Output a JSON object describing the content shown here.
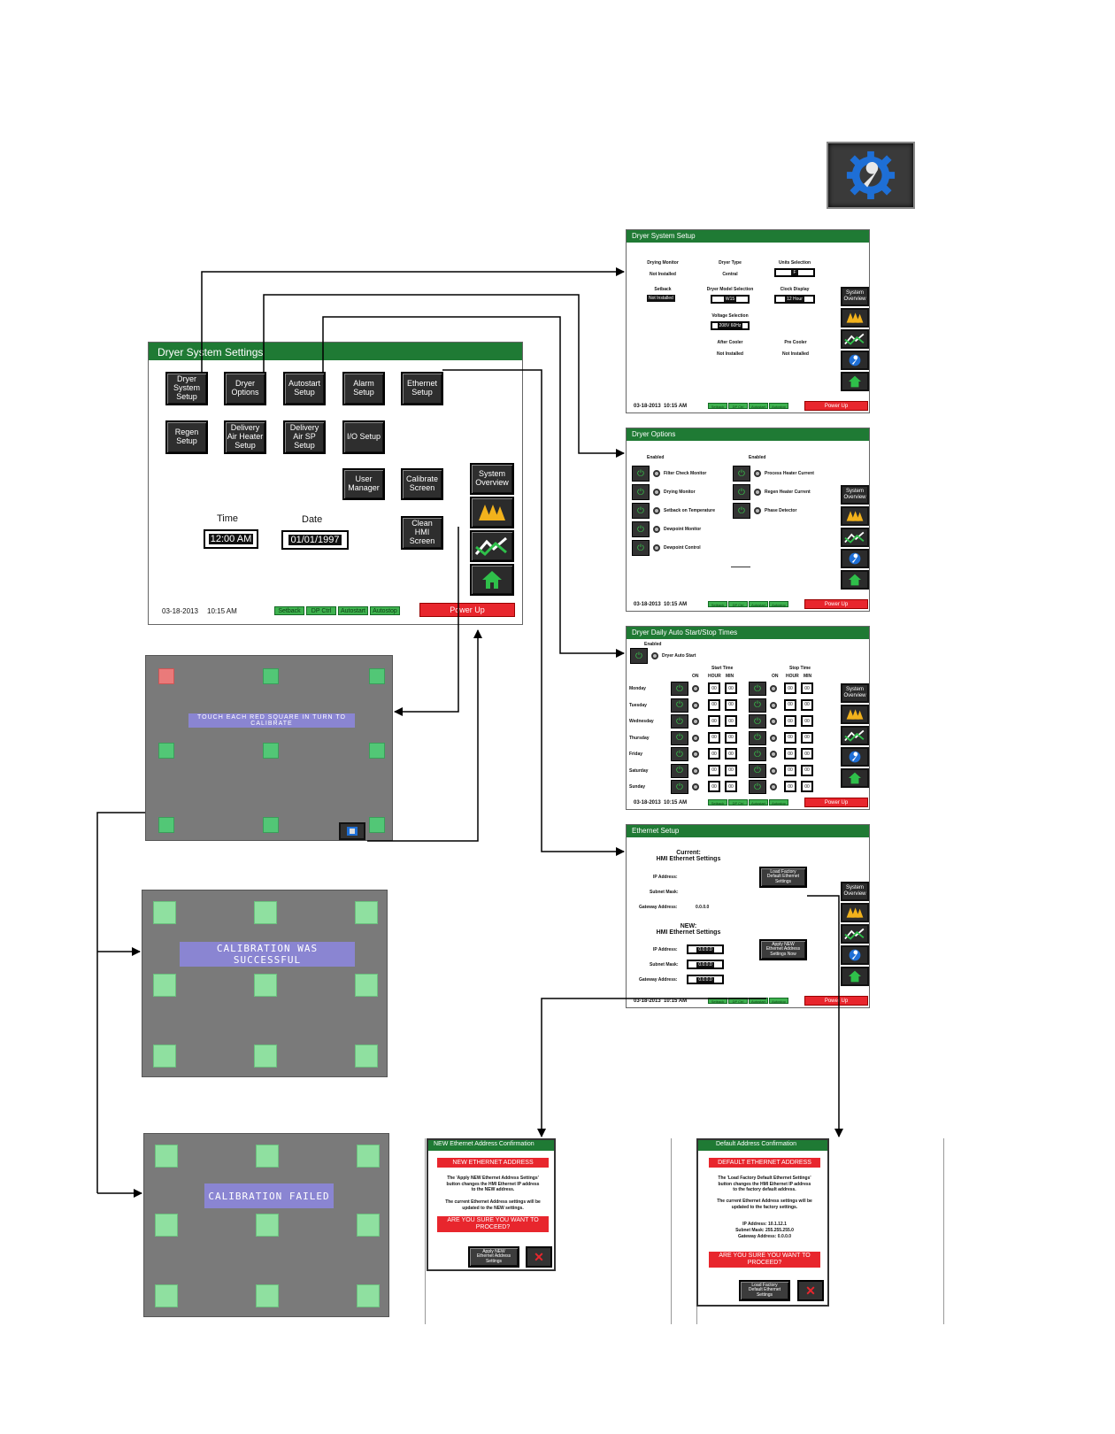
{
  "main": {
    "title": "Dryer System Settings",
    "buttons": {
      "dryer_system_setup": "Dryer\nSystem\nSetup",
      "dryer_options": "Dryer\nOptions",
      "autostart_setup": "Autostart\nSetup",
      "alarm_setup": "Alarm\nSetup",
      "ethernet_setup": "Ethernet\nSetup",
      "regen_setup": "Regen\nSetup",
      "delivery_air_heater_setup": "Delivery\nAir Heater\nSetup",
      "delivery_air_sp_setup": "Delivery\nAir SP\nSetup",
      "io_setup": "I/O Setup",
      "user_manager": "User\nManager",
      "calibrate_screen": "Calibrate\nScreen",
      "clean_hmi_screen": "Clean\nHMI\nScreen",
      "system_overview": "System\nOverview"
    },
    "time_label": "Time",
    "time_value": "12:00 AM",
    "date_label": "Date",
    "date_value": "01/01/1997",
    "footer_date": "03-18-2013",
    "footer_time": "10:15 AM",
    "status": [
      "Setback",
      "DP Ctrl",
      "Autostart",
      "Autostop"
    ],
    "power_up": "Power Up"
  },
  "side_nav": {
    "system_overview": "System\nOverview"
  },
  "dryer_system_setup": {
    "title": "Dryer System Setup",
    "drying_monitor_label": "Drying Monitor",
    "drying_monitor_value": "Not Installed",
    "dryer_type_label": "Dryer Type",
    "dryer_type_value": "Central",
    "units_selection_label": "Units Selection",
    "units_selection_value": "F",
    "setback_label": "Setback",
    "setback_value": "Not Installed",
    "dryer_model_label": "Dryer Model Selection",
    "dryer_model_value": "W15",
    "clock_display_label": "Clock Display",
    "clock_display_value": "12 Hour",
    "voltage_label": "Voltage Selection",
    "voltage_value": "208V 60Hz",
    "after_cooler_label": "After Cooler",
    "after_cooler_value": "Not Installed",
    "pre_cooler_label": "Pre Cooler",
    "pre_cooler_value": "Not Installed"
  },
  "dryer_options": {
    "title": "Dryer Options",
    "enabled": "Enabled",
    "left": [
      "Filter Check Monitor",
      "Drying Monitor",
      "Setback on Temperature",
      "Dewpoint Monitor",
      "Dewpoint Control"
    ],
    "right": [
      "Process Heater Current",
      "Regen Heater Current",
      "Phase Detector"
    ]
  },
  "autostart": {
    "title": "Dryer Daily Auto Start/Stop Times",
    "enabled": "Enabled",
    "auto_start": "Dryer Auto Start",
    "start_time": "Start Time",
    "stop_time": "Stop Time",
    "on": "ON",
    "hour": "HOUR",
    "min": "MIN",
    "field_value": "00",
    "days": [
      "Monday",
      "Tuesday",
      "Wednesday",
      "Thursday",
      "Friday",
      "Saturday",
      "Sunday"
    ]
  },
  "ethernet": {
    "title": "Ethernet Setup",
    "current_heading": "Current:\nHMI Ethernet Settings",
    "ip_label": "IP Address:",
    "subnet_label": "Subnet Mask:",
    "gateway_label": "Gateway Address:",
    "gateway_value": "0.0.0.0",
    "new_heading": "NEW:\nHMI Ethernet Settings",
    "new_value": "0.0.0.0",
    "load_factory": "Load Factory\nDefault Ethernet\nSettings",
    "apply_new": "Apply NEW\nEthernet Address\nSettings Now"
  },
  "calibration": {
    "touch_text": "TOUCH EACH RED SQUARE IN TURN TO CALIBRATE",
    "success_text": "CALIBRATION WAS SUCCESSFUL",
    "failed_text": "CALIBRATION FAILED"
  },
  "new_confirm": {
    "title": "NEW Ethernet Address Confirmation",
    "header": "NEW ETHERNET ADDRESS",
    "text1": "The 'Apply NEW Ethernet Address Settings'\nbutton changes the HMI Ethernet IP address\nto the NEW address.",
    "text2": "The current Ethernet Address settings will be\nupdated to the NEW settings.",
    "question": "ARE YOU SURE YOU WANT TO\nPROCEED?",
    "apply_button": "Apply NEW\nEthernet Address\nSettings"
  },
  "default_confirm": {
    "title": "Default Address Confirmation",
    "header": "DEFAULT ETHERNET ADDRESS",
    "text1": "The 'Load Factory Default Ethernet Settings'\nbutton changes the HMI Ethernet IP address\nto the factory default address.",
    "text2": "The current Ethernet Address settings will be\nupdated to the factory settings.",
    "ip": "IP Address:  10.1.12.1",
    "subnet": "Subnet Mask:  255.255.255.0",
    "gateway": "Gateway Address:  0.0.0.0",
    "question": "ARE YOU SURE YOU WANT TO\nPROCEED?",
    "load_button": "Load Factory\nDefault Ethernet\nSettings"
  },
  "colors": {
    "titlebar_green": "#1f7a34",
    "power_red": "#e8262d",
    "status_green": "#3fb24f",
    "calib_gray": "#7a7a7a",
    "banner_purple": "#8a85d2"
  }
}
